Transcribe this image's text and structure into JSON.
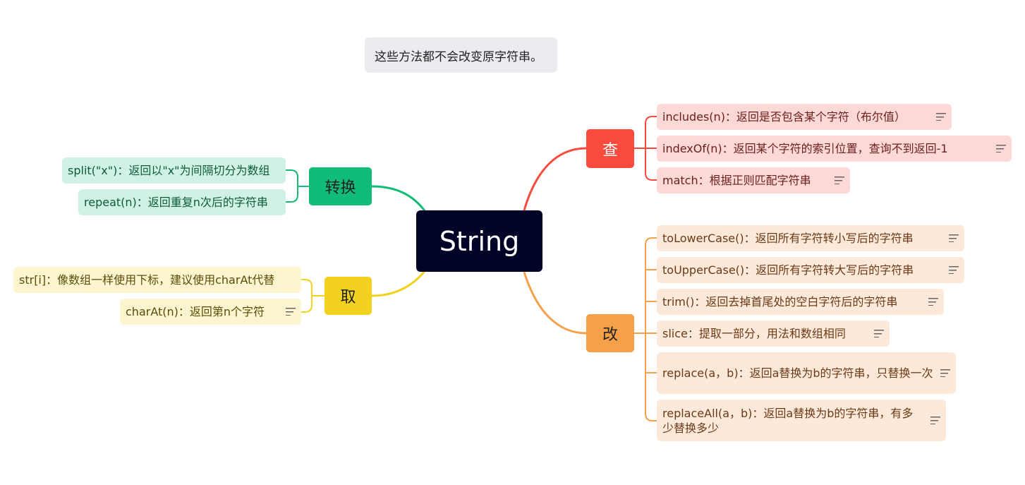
{
  "note": "这些方法都不会改变原字符串。",
  "root": "String",
  "branches": {
    "cha": {
      "label": "查",
      "items": [
        "includes(n)：返回是否包含某个字符（布尔值）",
        "indexOf(n)：返回某个字符的索引位置，查询不到返回-1",
        "match：根据正则匹配字符串"
      ]
    },
    "gai": {
      "label": "改",
      "items": [
        "toLowerCase()：返回所有字符转小写后的字符串",
        "toUpperCase()：返回所有字符转大写后的字符串",
        "trim()：返回去掉首尾处的空白字符后的字符串",
        "slice：提取一部分，用法和数组相同",
        "replace(a，b)：返回a替换为b的字符串，只替换一次",
        "replaceAll(a，b)：返回a替换为b的字符串，有多少替换多少"
      ]
    },
    "zhuanhuan": {
      "label": "转换",
      "items": [
        "split(\"x\")：返回以\"x\"为间隔切分为数组",
        "repeat(n)：返回重复n次后的字符串"
      ]
    },
    "qu": {
      "label": "取",
      "items": [
        "str[i]：像数组一样使用下标，建议使用charAt代替",
        "charAt(n)：返回第n个字符"
      ]
    }
  },
  "colors": {
    "root": "#000326",
    "cha": "#f94a3e",
    "gai": "#f7a04a",
    "zhuanhuan": "#10bc77",
    "qu": "#f2d21f"
  }
}
